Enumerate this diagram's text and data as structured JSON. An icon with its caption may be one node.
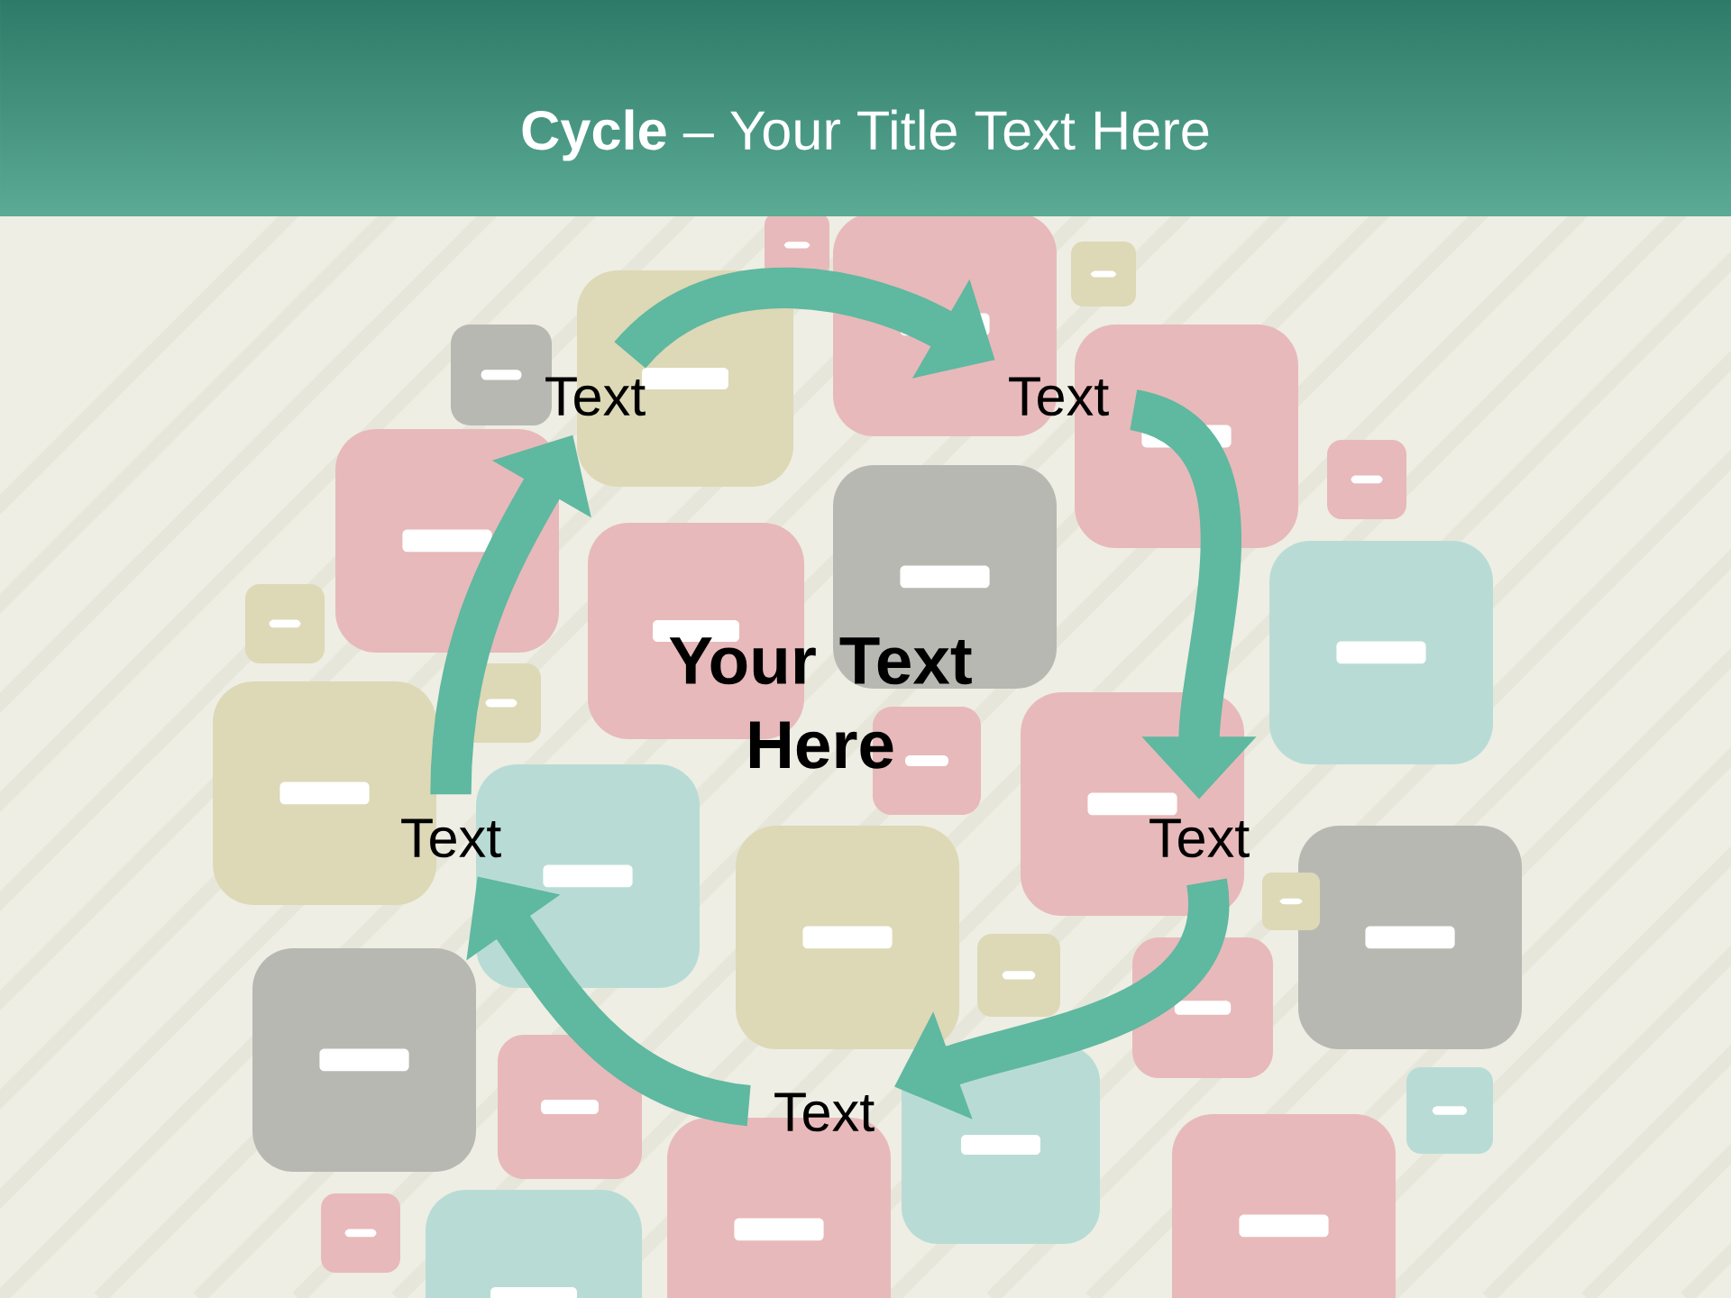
{
  "diagram": {
    "title": "**Cycle** – Your Title Text Here",
    "nodes": [
      {
        "text": [
          "Text"
        ]
      },
      {
        "text": [
          "Text"
        ]
      },
      {
        "text": [
          "Text"
        ]
      },
      {
        "text": [
          "Text"
        ]
      },
      {
        "text": [
          "Text"
        ]
      }
    ],
    "edges": [
      {
        "from": 0,
        "to": 1,
        "arrow": "to"
      },
      {
        "from": 1,
        "to": 2,
        "arrow": "to"
      },
      {
        "from": 2,
        "to": 3,
        "arrow": "to"
      },
      {
        "from": 3,
        "to": 4,
        "arrow": "to"
      },
      {
        "from": 4,
        "to": 0,
        "arrow": "to"
      }
    ],
    "labels": [
      "Your Text Here"
    ]
  }
}
